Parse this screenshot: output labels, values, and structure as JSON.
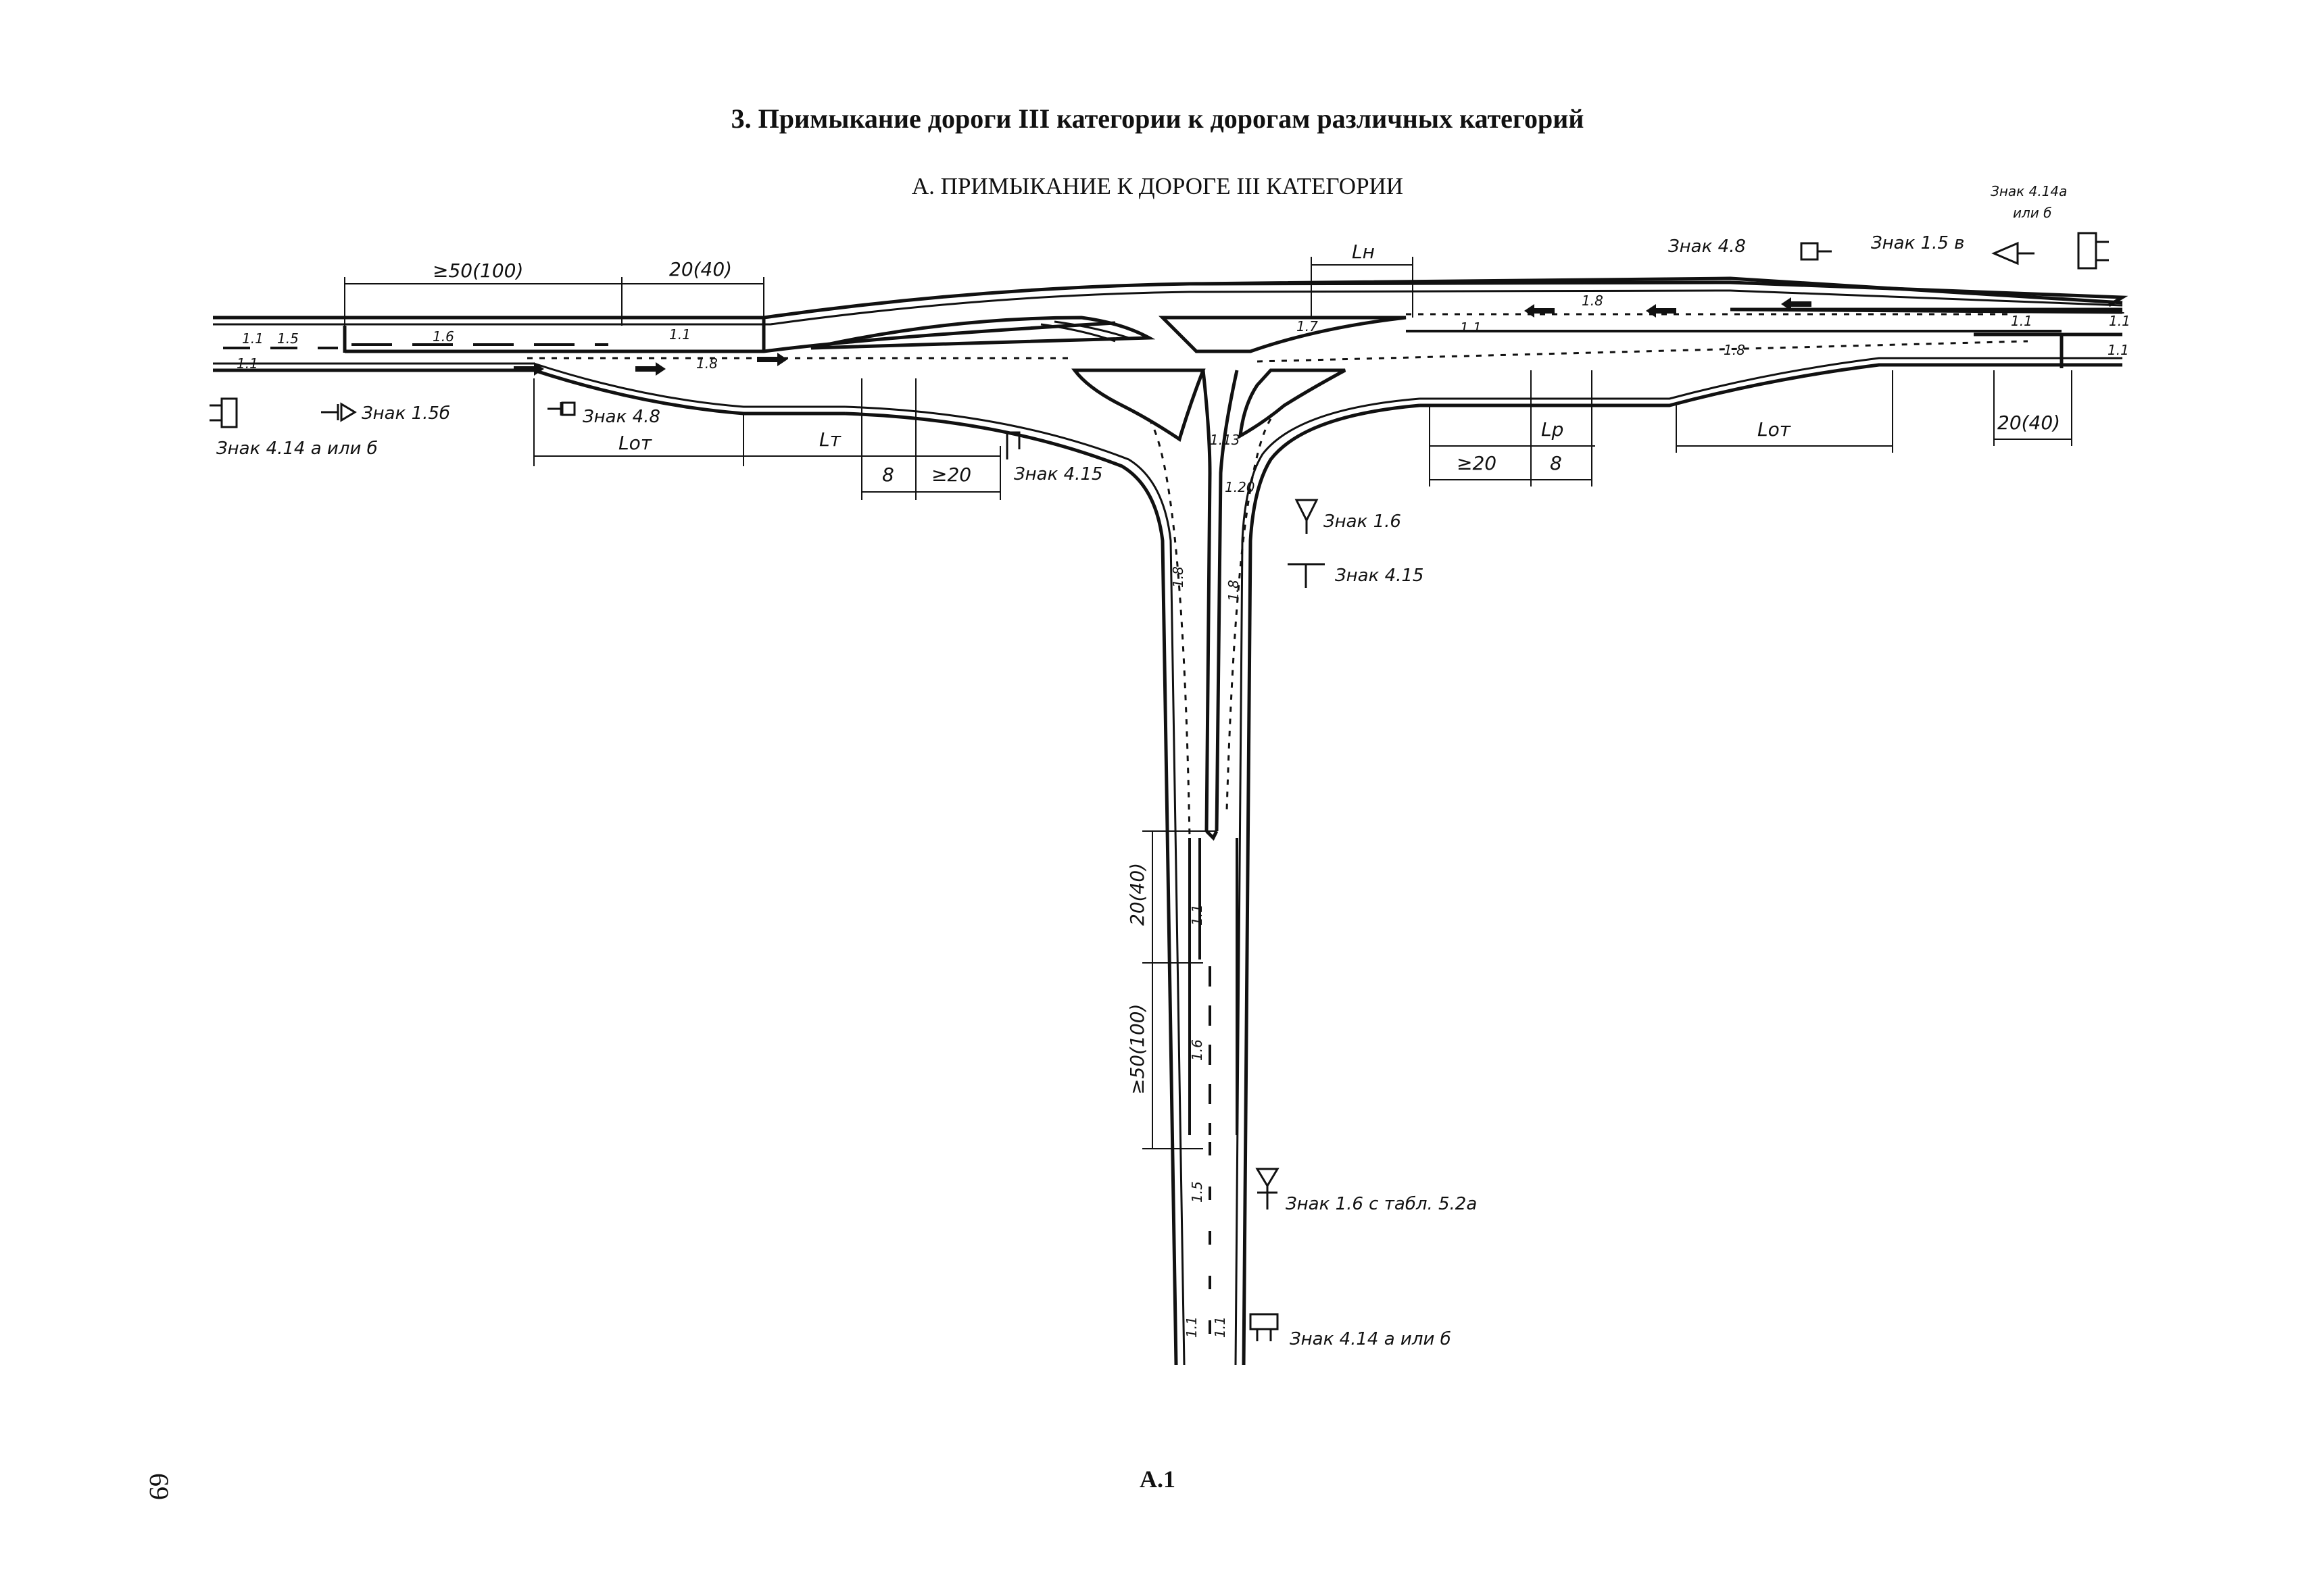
{
  "header": {
    "title": "3. Примыкание дороги III категории к дорогам различных категорий",
    "subtitle": "А. ПРИМЫКАНИЕ К ДОРОГЕ III КАТЕГОРИИ"
  },
  "footer": {
    "figure_label": "А.1",
    "page_number": "69"
  },
  "signs": {
    "znak_48_left": "Знак 4.8",
    "znak_15b": "Знак 1.5б",
    "znak_414_left": "Знак 4.14 а или б",
    "znak_415_left": "Знак 4.15",
    "znak_16": "Знак 1.6",
    "znak_415_right": "Знак 4.15",
    "znak_48_right": "Знак 4.8",
    "znak_15v": "Знак 1.5 в",
    "znak_414_right_line1": "Знак 4.14а",
    "znak_414_right_line2": "или б",
    "znak_16_table": "Знак 1.6 с табл. 5.2а",
    "znak_414_bottom": "Знак 4.14 а или б"
  },
  "dimensions": {
    "d_50_100_top": "≥50(100)",
    "d_20_40_top": "20(40)",
    "d_Ln": "Lн",
    "d_Lot_left": "Lот",
    "d_Lt": "Lт",
    "d_8_left": "8",
    "d_ge20_left": "≥20",
    "d_ge20_right": "≥20",
    "d_8_right": "8",
    "d_Lp": "Lр",
    "d_Lot_right": "Lот",
    "d_20_40_right": "20(40)",
    "d_20_40_vert": "20(40)",
    "d_50_100_vert": "≥50(100)"
  },
  "markings": {
    "m_1_1_a": "1.1",
    "m_1_5_a": "1.5",
    "m_1_1_b": "1.1",
    "m_1_6_a": "1.6",
    "m_1_1_c": "1.1",
    "m_1_8_a": "1.8",
    "m_1_7": "1.7",
    "m_1_1_d": "1.1",
    "m_1_8_b": "1.8",
    "m_1_8_c": "1.8",
    "m_1_1_e": "1.1",
    "m_1_1_f": "1.1",
    "m_1_1_g": "1.1",
    "m_1_13": "1.13",
    "m_1_20": "1.20",
    "m_1_8_d": "1.8",
    "m_1_8_e": "1.8",
    "m_1_1_h": "1.1",
    "m_1_6_b": "1.6",
    "m_1_5_b": "1.5",
    "m_1_1_i": "1.1",
    "m_1_1_j": "1.1"
  }
}
